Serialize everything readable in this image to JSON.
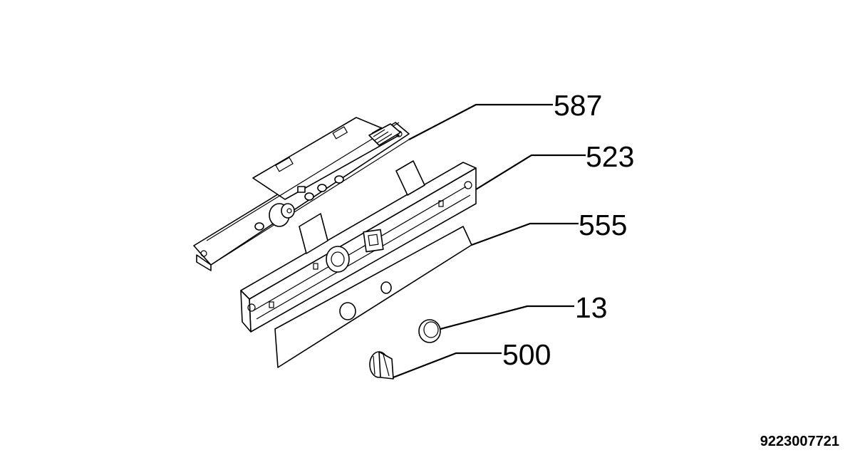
{
  "diagram": {
    "callouts": [
      {
        "id": "587",
        "label": "587"
      },
      {
        "id": "523",
        "label": "523"
      },
      {
        "id": "555",
        "label": "555"
      },
      {
        "id": "13",
        "label": "13"
      },
      {
        "id": "500",
        "label": "500"
      }
    ],
    "document_number": "9223007721"
  }
}
